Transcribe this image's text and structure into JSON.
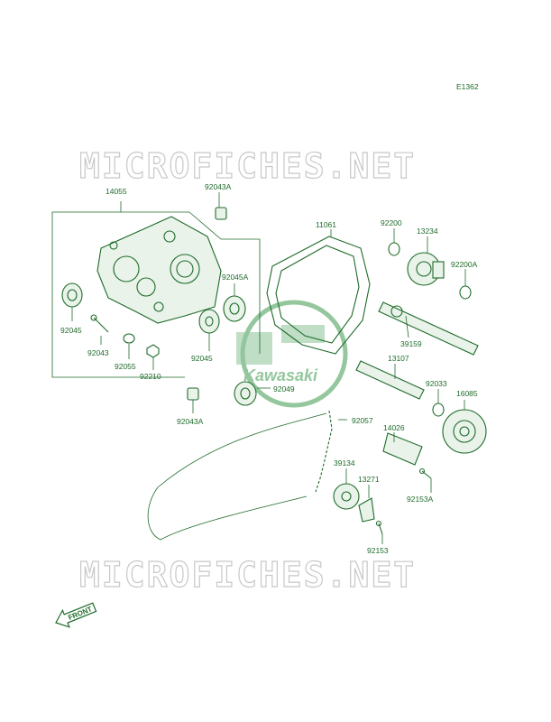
{
  "diagram_code": "E1362",
  "watermark": "MICROFICHES.NET",
  "logo_text": "Kawasaki",
  "front_label": "FRONT",
  "parts": {
    "p14055": "14055",
    "p92043A_top": "92043A",
    "p11061": "11061",
    "p92200": "92200",
    "p13234": "13234",
    "p92200A": "92200A",
    "p92045A": "92045A",
    "p92045_left": "92045",
    "p92043": "92043",
    "p92055": "92055",
    "p92210": "92210",
    "p92045_mid": "92045",
    "p39159": "39159",
    "p13107": "13107",
    "p92033": "92033",
    "p16085": "16085",
    "p92049": "92049",
    "p92043A_bottom": "92043A",
    "p92057": "92057",
    "p14026": "14026",
    "p39134": "39134",
    "p13271": "13271",
    "p92153A": "92153A",
    "p92153": "92153"
  },
  "colors": {
    "line": "#1f6b2a",
    "watermark": "#c8c8c8",
    "logo": "#3e9a4e"
  }
}
